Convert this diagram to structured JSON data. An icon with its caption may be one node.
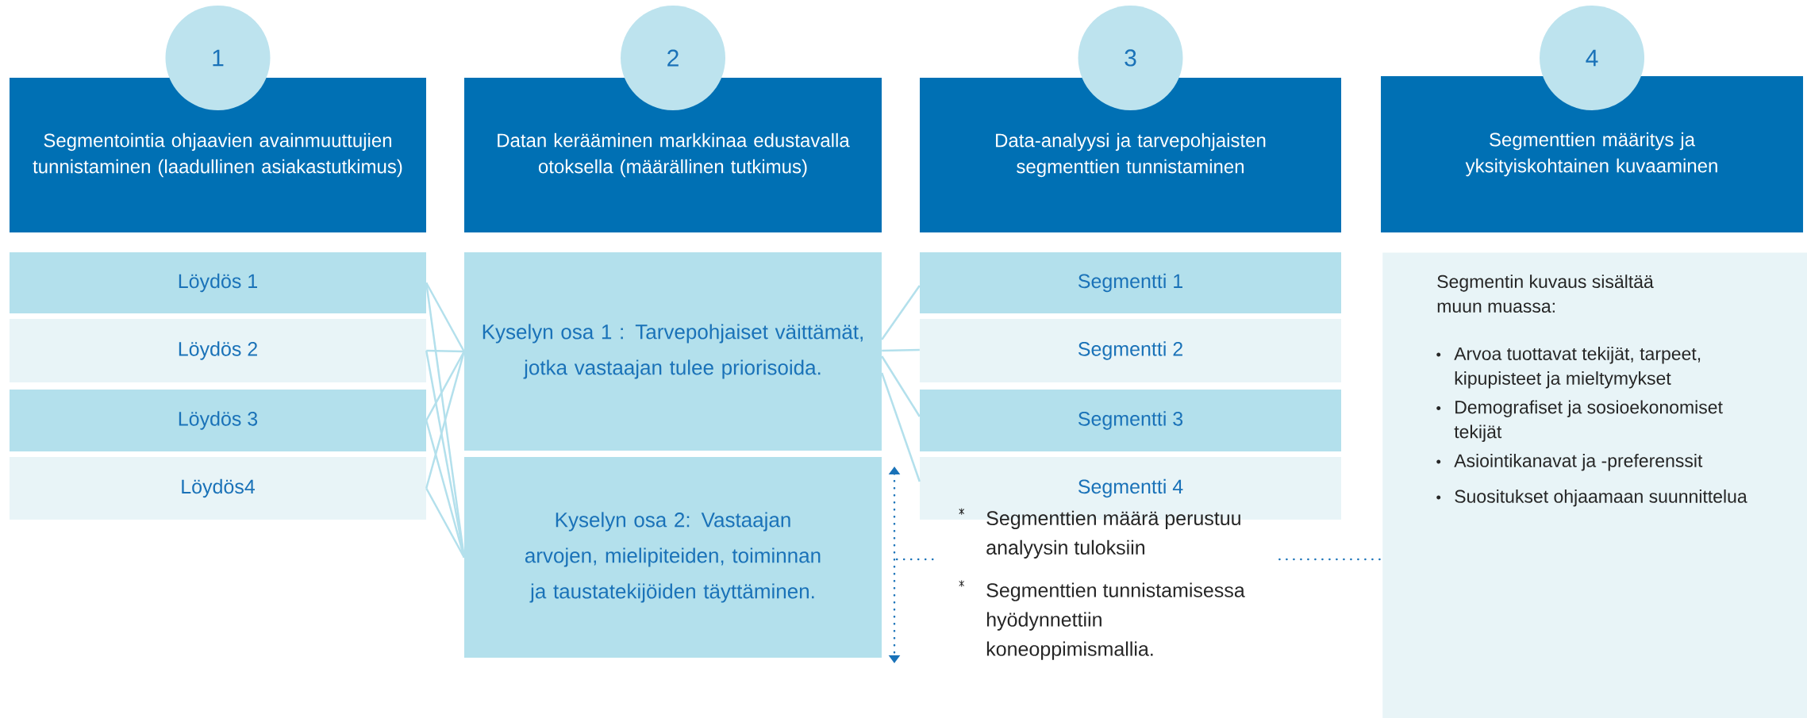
{
  "diagram": {
    "nodes": [
      {
        "text": [
          "1"
        ]
      },
      {
        "text": [
          "Segmentointia ohjaavien avainmuuttujien tunnistaminen (laadullinen asiakastutkimus)"
        ]
      },
      {
        "text": [
          "2"
        ]
      },
      {
        "text": [
          "Datan kerääminen markkinaa edustavalla otoksella (määrällinen tutkimus)"
        ]
      },
      {
        "text": [
          "3"
        ]
      },
      {
        "text": [
          "Data-analyysi ja tarvepohjaisten segmenttien tunnistaminen"
        ]
      },
      {
        "text": [
          "4"
        ]
      },
      {
        "text": [
          "Segmenttien määritys ja yksityiskohtainen kuvaaminen"
        ]
      },
      {
        "text": [
          "Löydös 1"
        ]
      },
      {
        "text": [
          "Löydös 2"
        ]
      },
      {
        "text": [
          "Löydös 3"
        ]
      },
      {
        "text": [
          "Löydös4"
        ]
      },
      {
        "text": [
          "Kyselyn osa 1 : Tarvepohjaiset väittämät, jotka vastaajan tulee priorisoida."
        ]
      },
      {
        "text": [
          "Kyselyn osa 2: Vastaajan arvojen, mielipiteiden, toiminnan ja taustatekijöiden täyttäminen."
        ]
      },
      {
        "text": [
          "Segmentti 1"
        ]
      },
      {
        "text": [
          "Segmentti 2"
        ]
      },
      {
        "text": [
          "Segmentti 3"
        ]
      },
      {
        "text": [
          "Segmentti 4"
        ]
      },
      {
        "text": [
          "Segmentin kuvaus sisältää muun muassa:",
          "Arvoa tuottavat tekijät, tarpeet, kipupisteet ja mieltymykset",
          "Demografiset ja sosioekonomiset tekijät",
          "Asiointikanavat ja -preferenssit",
          "Suositukset ohjaamaan suunnittelua"
        ]
      },
      {
        "text": [
          "Segmenttien määrä perustuu analyysin tuloksiin",
          "Segmenttien tunnistamisessa hyödynnettiin koneoppimismallia."
        ]
      }
    ],
    "edges": [
      {
        "from": 8,
        "to": 12,
        "arrow": "none"
      },
      {
        "from": 8,
        "to": 13,
        "arrow": "none"
      },
      {
        "from": 9,
        "to": 12,
        "arrow": "none"
      },
      {
        "from": 9,
        "to": 13,
        "arrow": "none"
      },
      {
        "from": 10,
        "to": 12,
        "arrow": "none"
      },
      {
        "from": 10,
        "to": 13,
        "arrow": "none"
      },
      {
        "from": 11,
        "to": 12,
        "arrow": "none"
      },
      {
        "from": 11,
        "to": 13,
        "arrow": "none"
      },
      {
        "from": 12,
        "to": 14,
        "arrow": "none"
      },
      {
        "from": 12,
        "to": 15,
        "arrow": "none"
      },
      {
        "from": 12,
        "to": 16,
        "arrow": "none"
      },
      {
        "from": 12,
        "to": 17,
        "arrow": "none"
      },
      {
        "from": 13,
        "to": 19,
        "arrow": "none",
        "style": "dashed",
        "color": "#1a72b8"
      },
      {
        "from": 19,
        "to": 18,
        "arrow": "none",
        "style": "dashed",
        "color": "#1a72b8"
      }
    ]
  }
}
